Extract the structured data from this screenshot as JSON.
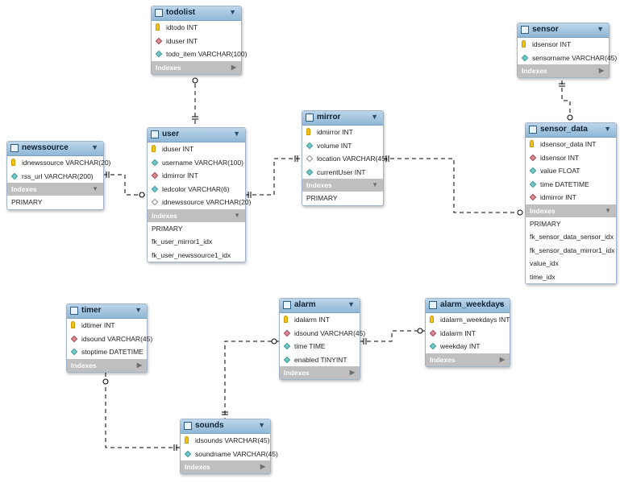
{
  "tables": [
    {
      "id": "todolist",
      "name": "todolist",
      "columns": [
        {
          "name": "idtodo INT",
          "icon": "key"
        },
        {
          "name": "iduser INT",
          "icon": "fk"
        },
        {
          "name": "todo_item VARCHAR(100)",
          "icon": "column"
        }
      ],
      "indexes_label": "Indexes",
      "indexes": []
    },
    {
      "id": "sensor",
      "name": "sensor",
      "columns": [
        {
          "name": "idsensor INT",
          "icon": "key"
        },
        {
          "name": "sensorname VARCHAR(45)",
          "icon": "column"
        }
      ],
      "indexes_label": "Indexes",
      "indexes": []
    },
    {
      "id": "newssource",
      "name": "newssource",
      "columns": [
        {
          "name": "idnewssource VARCHAR(20)",
          "icon": "key"
        },
        {
          "name": "rss_url VARCHAR(200)",
          "icon": "column"
        }
      ],
      "indexes_label": "Indexes",
      "indexes": [
        "PRIMARY"
      ]
    },
    {
      "id": "user",
      "name": "user",
      "columns": [
        {
          "name": "iduser INT",
          "icon": "key"
        },
        {
          "name": "username VARCHAR(100)",
          "icon": "column"
        },
        {
          "name": "idmirror INT",
          "icon": "fk"
        },
        {
          "name": "ledcolor VARCHAR(6)",
          "icon": "column"
        },
        {
          "name": "idnewssource VARCHAR(20)",
          "icon": "null"
        }
      ],
      "indexes_label": "Indexes",
      "indexes": [
        "PRIMARY",
        "fk_user_mirror1_idx",
        "fk_user_newssource1_idx"
      ]
    },
    {
      "id": "mirror",
      "name": "mirror",
      "columns": [
        {
          "name": "idmirror INT",
          "icon": "key"
        },
        {
          "name": "volume INT",
          "icon": "column"
        },
        {
          "name": "location VARCHAR(45)",
          "icon": "null"
        },
        {
          "name": "currentUser INT",
          "icon": "column"
        }
      ],
      "indexes_label": "Indexes",
      "indexes": [
        "PRIMARY"
      ]
    },
    {
      "id": "sensor_data",
      "name": "sensor_data",
      "columns": [
        {
          "name": "idsensor_data INT",
          "icon": "key"
        },
        {
          "name": "idsensor INT",
          "icon": "fk"
        },
        {
          "name": "value FLOAT",
          "icon": "column"
        },
        {
          "name": "time DATETIME",
          "icon": "column"
        },
        {
          "name": "idmirror INT",
          "icon": "fk"
        }
      ],
      "indexes_label": "Indexes",
      "indexes": [
        "PRIMARY",
        "fk_sensor_data_sensor_idx",
        "fk_sensor_data_mirror1_idx",
        "value_idx",
        "time_idx"
      ]
    },
    {
      "id": "timer",
      "name": "timer",
      "columns": [
        {
          "name": "idtimer INT",
          "icon": "key"
        },
        {
          "name": "idsound VARCHAR(45)",
          "icon": "fk"
        },
        {
          "name": "stoptime DATETIME",
          "icon": "column"
        }
      ],
      "indexes_label": "Indexes",
      "indexes": []
    },
    {
      "id": "alarm",
      "name": "alarm",
      "columns": [
        {
          "name": "idalarm INT",
          "icon": "key"
        },
        {
          "name": "idsound VARCHAR(45)",
          "icon": "fk"
        },
        {
          "name": "time TIME",
          "icon": "column"
        },
        {
          "name": "enabled TINYINT",
          "icon": "column"
        }
      ],
      "indexes_label": "Indexes",
      "indexes": []
    },
    {
      "id": "alarm_weekdays",
      "name": "alarm_weekdays",
      "columns": [
        {
          "name": "idalarm_weekdays INT",
          "icon": "key"
        },
        {
          "name": "idalarm INT",
          "icon": "fk"
        },
        {
          "name": "weekday INT",
          "icon": "column"
        }
      ],
      "indexes_label": "Indexes",
      "indexes": []
    },
    {
      "id": "sounds",
      "name": "sounds",
      "columns": [
        {
          "name": "idsounds VARCHAR(45)",
          "icon": "key"
        },
        {
          "name": "soundname VARCHAR(45)",
          "icon": "column"
        }
      ],
      "indexes_label": "Indexes",
      "indexes": []
    }
  ],
  "relationships": [
    {
      "from": "user",
      "to": "todolist"
    },
    {
      "from": "user",
      "to": "newssource"
    },
    {
      "from": "user",
      "to": "mirror"
    },
    {
      "from": "sensor_data",
      "to": "sensor"
    },
    {
      "from": "sensor_data",
      "to": "mirror"
    },
    {
      "from": "alarm_weekdays",
      "to": "alarm"
    },
    {
      "from": "alarm",
      "to": "sounds"
    },
    {
      "from": "timer",
      "to": "sounds"
    }
  ],
  "colors": {
    "header": "#9fc3e0",
    "index_bar": "#bfbfbf",
    "key": "#f2c21b",
    "fk": "#d98a95",
    "column": "#76c8c7",
    "line": "#000000"
  }
}
